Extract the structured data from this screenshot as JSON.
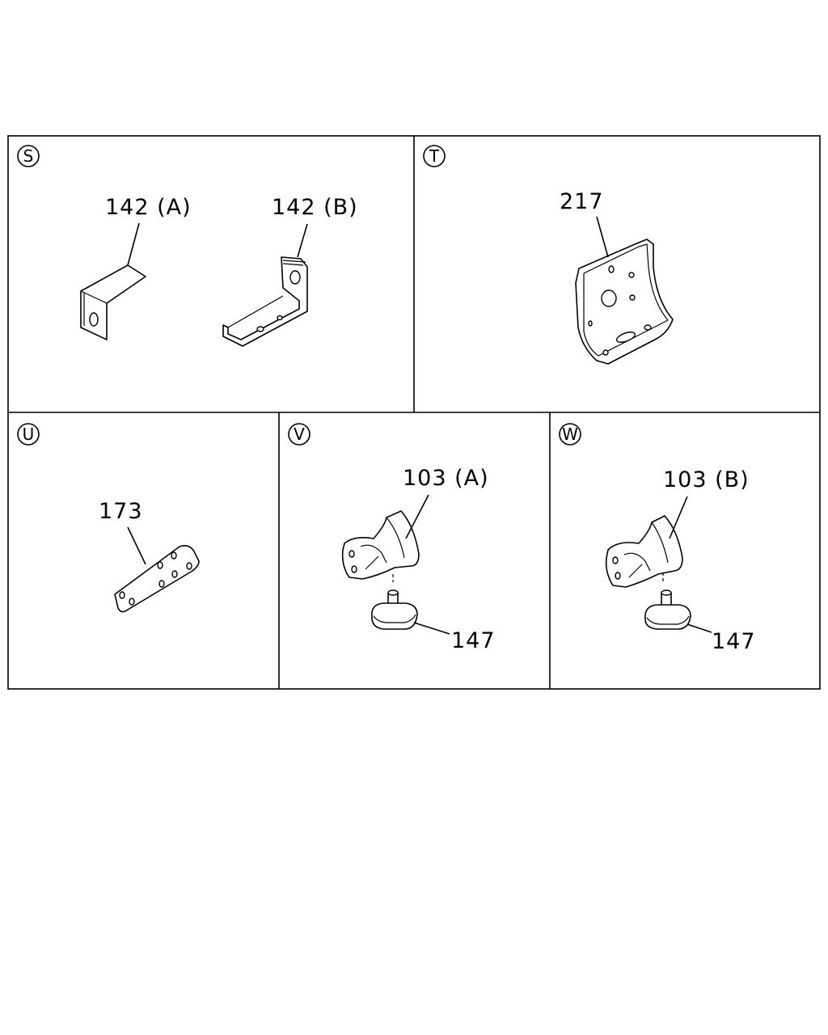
{
  "panels": {
    "s": {
      "tag": "S",
      "callouts": [
        "142 (A)",
        "142 (B)"
      ]
    },
    "t": {
      "tag": "T",
      "callouts": [
        "217"
      ]
    },
    "u": {
      "tag": "U",
      "callouts": [
        "173"
      ]
    },
    "v": {
      "tag": "V",
      "callouts": [
        "103 (A)",
        "147"
      ]
    },
    "w": {
      "tag": "W",
      "callouts": [
        "103 (B)",
        "147"
      ]
    }
  }
}
